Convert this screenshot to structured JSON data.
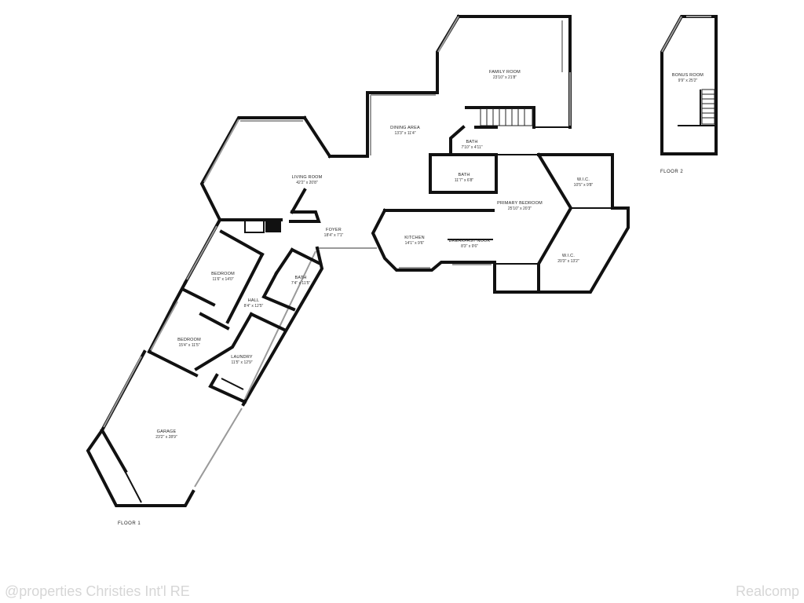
{
  "rooms": {
    "family_room": {
      "name": "FAMILY ROOM",
      "dim": "23'10\" x 21'8\""
    },
    "bonus_room": {
      "name": "BONUS ROOM",
      "dim": "9'9\" x 25'2\""
    },
    "dining_area": {
      "name": "DINING AREA",
      "dim": "13'3\" x 11'4\""
    },
    "bath_upper": {
      "name": "BATH",
      "dim": "7'10\" x 4'11\""
    },
    "bath_mid": {
      "name": "BATH",
      "dim": "11'7\" x 6'8\""
    },
    "living_room": {
      "name": "LIVING ROOM",
      "dim": "42'2\" x 20'8\""
    },
    "wic_top": {
      "name": "W.I.C.",
      "dim": "10'5\" x 9'8\""
    },
    "primary_bedroom": {
      "name": "PRIMARY BEDROOM",
      "dim": "25'10\" x 20'3\""
    },
    "foyer": {
      "name": "FOYER",
      "dim": "18'4\" x 7'1\""
    },
    "kitchen": {
      "name": "KITCHEN",
      "dim": "14'1\" x 9'6\""
    },
    "breakfast_nook": {
      "name": "BREAKFAST NOOK",
      "dim": "8'3\" x 9'6\""
    },
    "wic_bottom": {
      "name": "W.I.C.",
      "dim": "20'3\" x 13'2\""
    },
    "bedroom_1": {
      "name": "BEDROOM",
      "dim": "11'6\" x 14'0\""
    },
    "bath_lower": {
      "name": "BATH",
      "dim": "7'4\" x 11'5\""
    },
    "hall": {
      "name": "HALL",
      "dim": "8'4\" x 12'5\""
    },
    "bedroom_2": {
      "name": "BEDROOM",
      "dim": "15'4\" x 11'5\""
    },
    "laundry": {
      "name": "LAUNDRY",
      "dim": "11'5\" x 12'9\""
    },
    "garage": {
      "name": "GARAGE",
      "dim": "23'2\" x 28'9\""
    }
  },
  "floors": {
    "floor_1": "FLOOR 1",
    "floor_2": "FLOOR 2"
  },
  "watermarks": {
    "left": "@properties Christies Int'l RE",
    "right": "Realcomp"
  }
}
